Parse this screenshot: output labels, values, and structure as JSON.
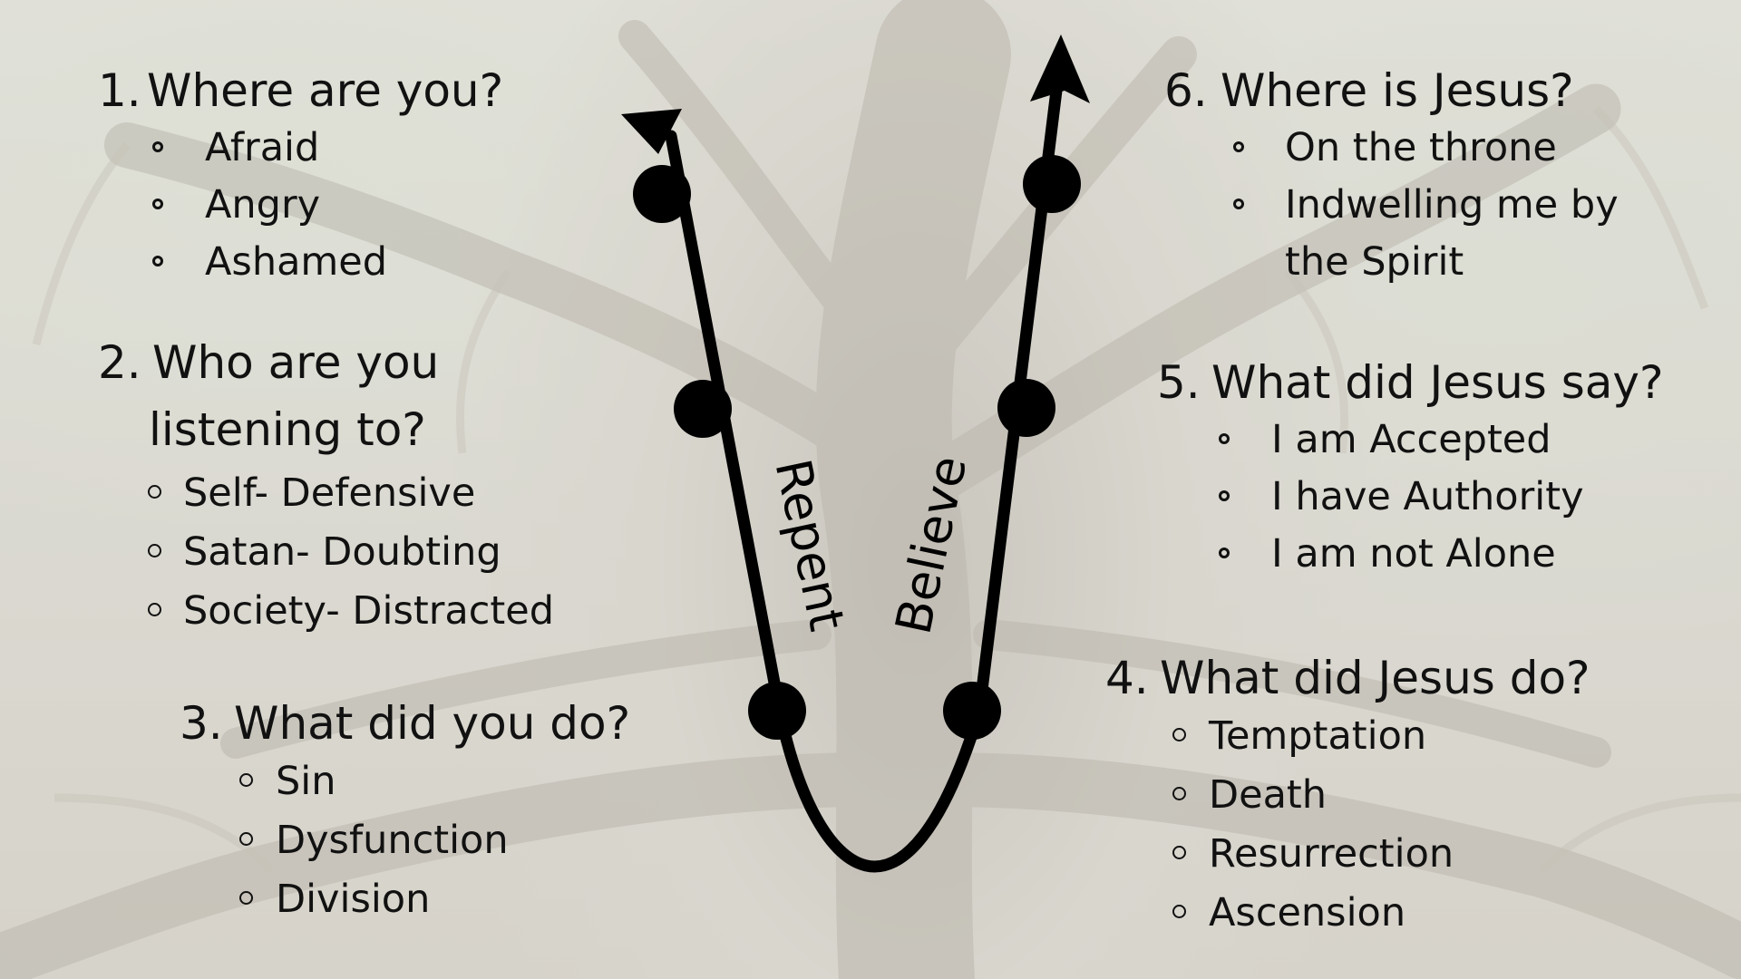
{
  "sections": [
    {
      "number": "1.",
      "title": "Where are you?",
      "items": [
        "Afraid",
        "Angry",
        "Ashamed"
      ]
    },
    {
      "number": "2.",
      "title": "Who are you",
      "title_cont": "listening to?",
      "items": [
        "Self- Defensive",
        "Satan- Doubting",
        "Society- Distracted"
      ]
    },
    {
      "number": "3.",
      "title": "What did you do?",
      "items": [
        "Sin",
        "Dysfunction",
        "Division"
      ]
    },
    {
      "number": "4.",
      "title": "What did Jesus do?",
      "items": [
        "Temptation",
        "Death",
        "Resurrection",
        "Ascension"
      ]
    },
    {
      "number": "5.",
      "title": "What did Jesus say?",
      "items": [
        "I am Accepted",
        "I have Authority",
        "I am not Alone"
      ]
    },
    {
      "number": "6.",
      "title": "Where is Jesus?",
      "items": [
        "On the throne",
        "Indwelling me by",
        "the Spirit"
      ]
    }
  ],
  "curve": {
    "left_label": "Repent",
    "right_label": "Believe",
    "color": "#000000"
  }
}
